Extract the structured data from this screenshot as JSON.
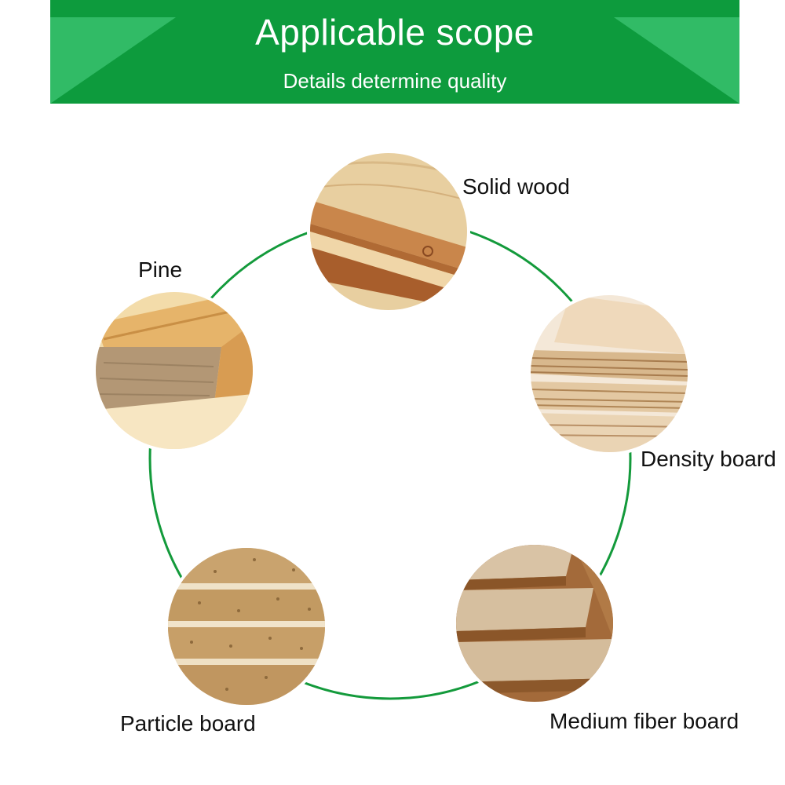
{
  "header": {
    "title": "Applicable scope",
    "subtitle": "Details determine quality"
  },
  "colors": {
    "banner": "#0d9b3d",
    "banner_wing": "#35bf6a",
    "ring": "#139a3b"
  },
  "materials": [
    {
      "label": "Solid wood",
      "image": "solid-wood-planks-image"
    },
    {
      "label": "Pine",
      "image": "pine-beam-image"
    },
    {
      "label": "Density board",
      "image": "plywood-stack-image"
    },
    {
      "label": "Particle board",
      "image": "particle-board-stack-image"
    },
    {
      "label": "Medium fiber board",
      "image": "mdf-board-stack-image"
    }
  ]
}
